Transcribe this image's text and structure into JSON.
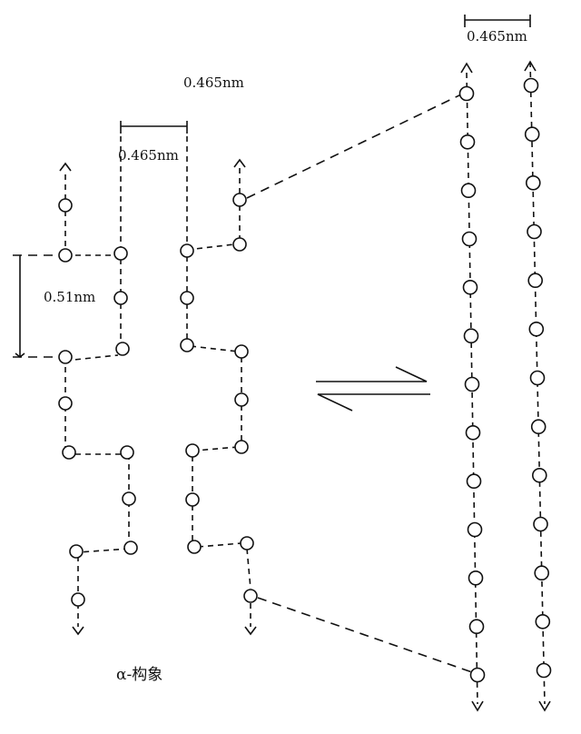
{
  "labels": {
    "top_spacing": "0.465nm",
    "inner_spacing": "0.465nm",
    "right_spacing": "0.465nm",
    "vertical_spacing": "0.51nm",
    "caption": "α-构象"
  }
}
